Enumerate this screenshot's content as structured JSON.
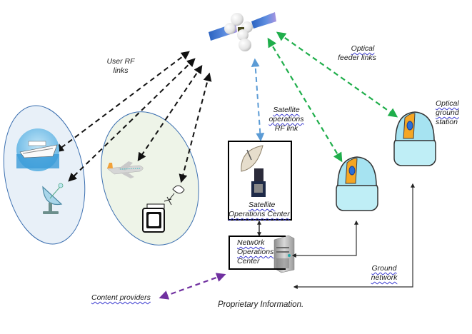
{
  "diagram": {
    "title": "Satellite communications architecture with optical feeder links",
    "footer": "Proprietary Information.",
    "labels": {
      "user_rf_links": [
        "User RF",
        "links"
      ],
      "optical_feeder_links": [
        "Optical",
        "feeder links"
      ],
      "satellite_ops_rf_link": [
        "Satellite",
        "operations",
        "RF link"
      ],
      "optical_ground_station": [
        "Optical",
        "ground",
        "station"
      ],
      "satellite_operations_center": [
        "Satellite",
        "Operations Center"
      ],
      "network_operations_center": [
        "Netw0rk",
        "Operations",
        "Center"
      ],
      "ground_network": [
        "Ground",
        "network"
      ],
      "content_providers": "Content  providers"
    },
    "nodes": [
      {
        "id": "satellite",
        "icon": "satellite-icon"
      },
      {
        "id": "maritime-coverage",
        "icons": [
          "cruise-ship-icon",
          "dish-antenna-icon"
        ]
      },
      {
        "id": "aero-coverage",
        "icons": [
          "airplane-icon",
          "small-dish-icon",
          "tv-icon"
        ]
      },
      {
        "id": "satellite-operations-center",
        "icon": "ground-dish-icon"
      },
      {
        "id": "network-operations-center",
        "icon": "server-icon"
      },
      {
        "id": "optical-ground-station-1",
        "icon": "observatory-dome-icon"
      },
      {
        "id": "optical-ground-station-2",
        "icon": "observatory-dome-icon"
      }
    ],
    "links": [
      {
        "from": "satellite",
        "to": "cruise-ship",
        "style": "dashed",
        "color": "#111111",
        "bidirectional": true
      },
      {
        "from": "satellite",
        "to": "dish-antenna",
        "style": "dashed",
        "color": "#111111",
        "bidirectional": true
      },
      {
        "from": "satellite",
        "to": "airplane",
        "style": "dashed",
        "color": "#111111",
        "bidirectional": true
      },
      {
        "from": "satellite",
        "to": "small-dish",
        "style": "dashed",
        "color": "#111111",
        "bidirectional": true
      },
      {
        "from": "satellite",
        "to": "satellite-operations-center",
        "style": "dashed",
        "color": "#5b9bd5",
        "bidirectional": true
      },
      {
        "from": "satellite",
        "to": "optical-ground-station-1",
        "style": "dashed",
        "color": "#1fae4b",
        "bidirectional": true
      },
      {
        "from": "satellite",
        "to": "optical-ground-station-2",
        "style": "dashed",
        "color": "#1fae4b",
        "bidirectional": true
      },
      {
        "from": "satellite-operations-center",
        "to": "network-operations-center",
        "style": "solid",
        "color": "#000000",
        "bidirectional": true
      },
      {
        "from": "network-operations-center",
        "to": "optical-ground-station-1",
        "style": "solid",
        "color": "#333333",
        "bidirectional": true
      },
      {
        "from": "optical-ground-station-2",
        "to": "network-operations-center",
        "style": "solid",
        "color": "#333333",
        "bidirectional": true
      },
      {
        "from": "network-operations-center",
        "to": "content-providers",
        "style": "dashed",
        "color": "#7030a0",
        "bidirectional": true
      }
    ],
    "colors": {
      "user_link": "#111111",
      "ops_link": "#5b9bd5",
      "optical_link": "#1fae4b",
      "content_link": "#7030a0",
      "coverage_left_fill": "#e8f0f8",
      "coverage_right_fill": "#eef4e8",
      "coverage_stroke": "#3b6fb0",
      "dome_body": "#bfeef6",
      "dome_slit": "#f5a623"
    }
  }
}
